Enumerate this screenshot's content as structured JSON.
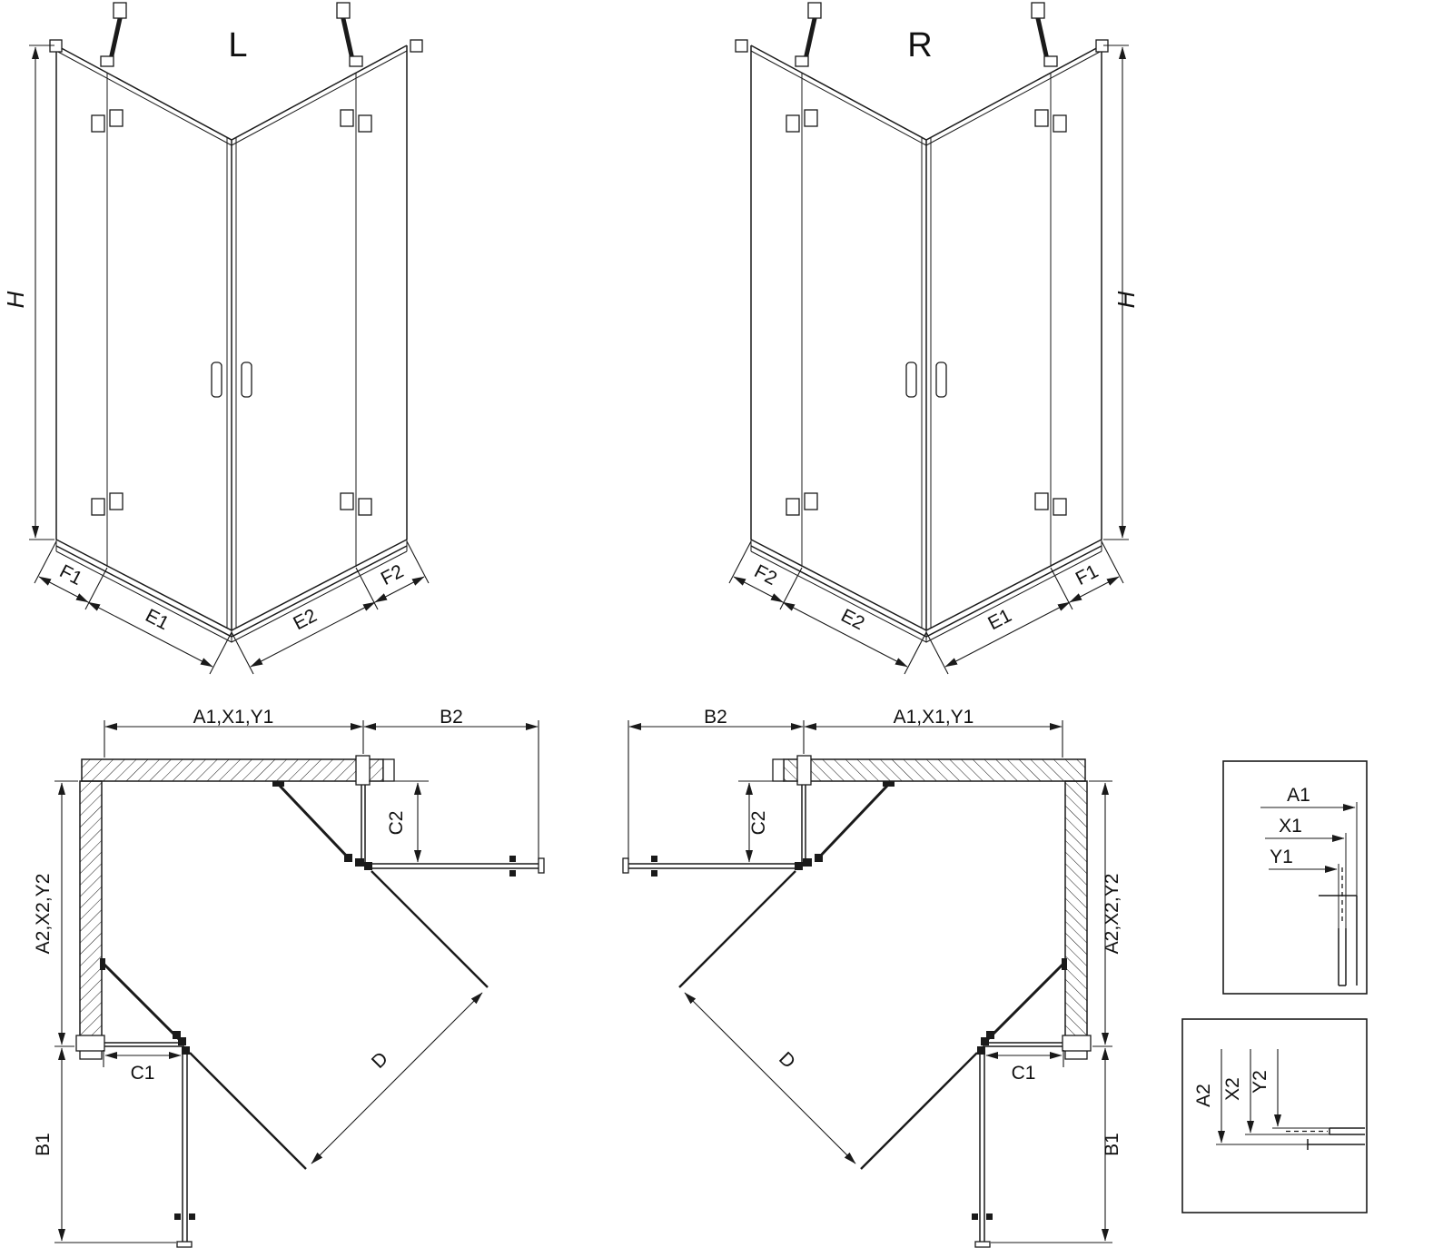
{
  "colors": {
    "line": "#1a1a1a",
    "background": "#ffffff"
  },
  "views": {
    "shower_l": {
      "title": "L",
      "height": "H",
      "fixed_left": "F1",
      "door_left": "E1",
      "door_right": "E2",
      "fixed_right": "F2"
    },
    "shower_r": {
      "title": "R",
      "height": "H",
      "fixed_left": "F2",
      "door_left": "E2",
      "door_right": "E1",
      "fixed_right": "F1"
    },
    "plan_l": {
      "width": "A1,X1,Y1",
      "door_b2": "B2",
      "fixed_c2": "C2",
      "depth": "A2,X2,Y2",
      "door_b1": "B1",
      "fixed_c1": "C1",
      "diagonal": "D"
    },
    "plan_r": {
      "width": "A1,X1,Y1",
      "door_b2": "B2",
      "fixed_c2": "C2",
      "depth": "A2,X2,Y2",
      "door_b1": "B1",
      "fixed_c1": "C1",
      "diagonal": "D"
    },
    "detail_top": {
      "labels": [
        "A1",
        "X1",
        "Y1"
      ]
    },
    "detail_bottom": {
      "labels": [
        "A2",
        "X2",
        "Y2"
      ]
    }
  }
}
